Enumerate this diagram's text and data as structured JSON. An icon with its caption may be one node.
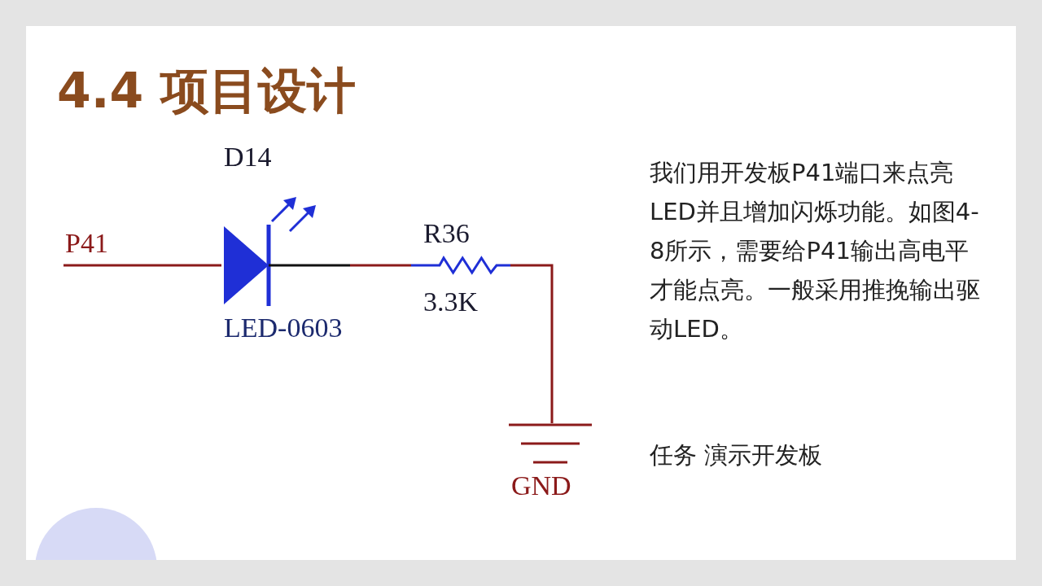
{
  "diagram": {
    "title": "4.4 项目设计",
    "nodes": [
      {
        "text": [
          "P41"
        ]
      },
      {
        "text": [
          "D14",
          "LED-0603"
        ]
      },
      {
        "text": [
          "R36",
          "3.3K"
        ]
      },
      {
        "text": [
          "GND"
        ]
      }
    ],
    "edges": [
      {
        "from": 0,
        "to": 1,
        "arrow": "none"
      },
      {
        "from": 1,
        "to": 2,
        "arrow": "none"
      },
      {
        "from": 2,
        "to": 3,
        "arrow": "none"
      }
    ],
    "labels": [
      "我们用开发板P41端口来点亮LED并且增加闪烁功能。如图4-8所示，需要给P41输出高电平才能点亮。一般采用推挽输出驱动LED。",
      "任务 演示开发板"
    ]
  }
}
